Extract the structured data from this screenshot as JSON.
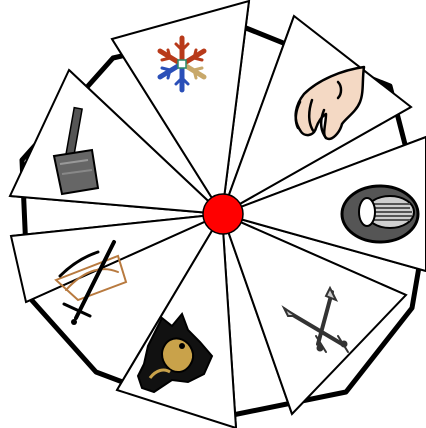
{
  "diagram": {
    "type": "rune-wheel",
    "segment_count": 8,
    "colors": {
      "outline": "#000000",
      "segment_fill": "#ffffff",
      "center_fill": "#ff0000",
      "snowflake_red": "#b83a1a",
      "snowflake_blue": "#2a4fb8",
      "snowflake_tan": "#c8a86a",
      "hammer_gray": "#555555",
      "hand_fill": "#f4d9c4",
      "shield_dark": "#555555",
      "shield_stripe": "#cfcfcf",
      "sword_stroke": "#333333",
      "horse_black": "#111111",
      "horse_tan": "#c9a24a",
      "shield_ornament": "#b87a3f"
    },
    "segments": [
      {
        "icon": "snowflake-icon"
      },
      {
        "icon": "hand-icon"
      },
      {
        "icon": "shield-icon"
      },
      {
        "icon": "crossed-swords-icon"
      },
      {
        "icon": "horse-head-icon"
      },
      {
        "icon": "sword-and-shield-icon"
      },
      {
        "icon": "hammer-icon"
      },
      {
        "icon": "blank"
      }
    ]
  }
}
